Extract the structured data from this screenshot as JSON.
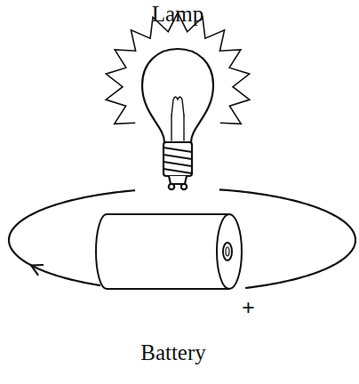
{
  "diagram": {
    "nodes": [
      {
        "text": [
          "Lamp"
        ]
      },
      {
        "text": [
          "Battery"
        ]
      }
    ],
    "edges": [
      {
        "from": 1,
        "to": 0,
        "arrow": "to"
      },
      {
        "from": 0,
        "to": 1,
        "arrow": "none"
      }
    ],
    "labels": [
      "+"
    ]
  }
}
